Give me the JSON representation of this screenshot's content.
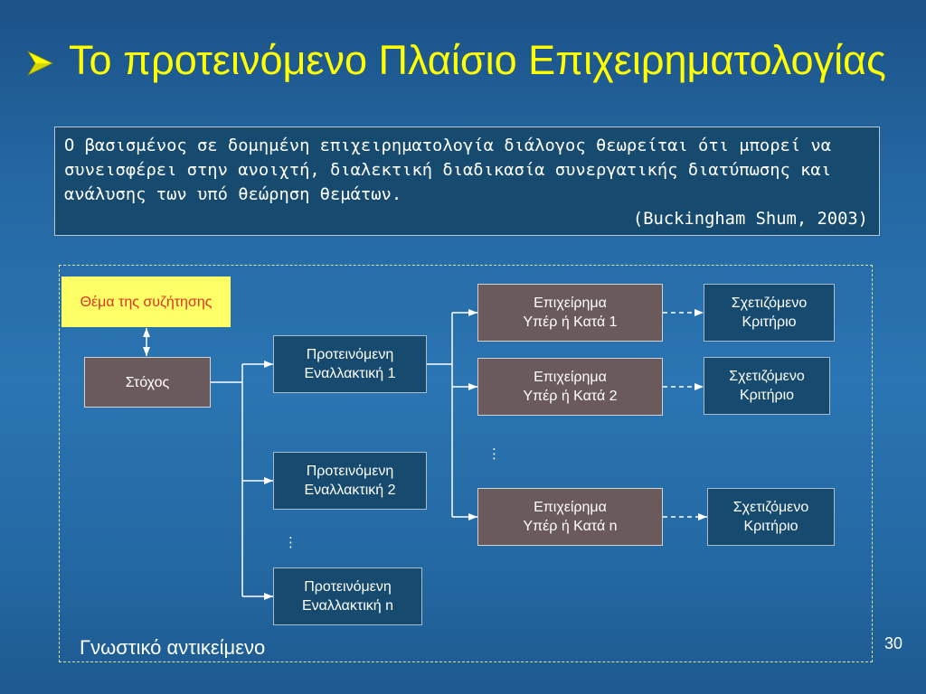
{
  "slide": {
    "title": "Το προτεινόμενο Πλαίσιο Επιχειρηματολογίας",
    "bullet_icon": "arrow-bullet-icon",
    "page_number": "30"
  },
  "quote": {
    "lines": [
      "Ο βασισμένος σε δομημένη επιχειρηματολογία διάλογος θεωρείται ότι μπορεί να",
      "συνεισφέρει στην ανοιχτή, διαλεκτική διαδικασία συνεργατικής διατύπωσης και",
      "ανάλυσης των υπό θεώρηση θεμάτων."
    ],
    "citation": "(Buckingham Shum, 2003)"
  },
  "diagram": {
    "frame_label": "Γνωστικό αντικείμενο",
    "topic": "Θέμα της συζήτησης",
    "goal": "Στόχος",
    "alternatives": [
      {
        "line1": "Προτεινόμενη",
        "line2": "Εναλλακτική 1"
      },
      {
        "line1": "Προτεινόμενη",
        "line2": "Εναλλακτική 2"
      },
      {
        "line1": "Προτεινόμενη",
        "line2": "Εναλλακτική n"
      }
    ],
    "arguments": [
      {
        "line1": "Επιχείρημα",
        "line2": "Υπέρ ή Κατά 1"
      },
      {
        "line1": "Επιχείρημα",
        "line2": "Υπέρ ή Κατά 2"
      },
      {
        "line1": "Επιχείρημα",
        "line2": "Υπέρ ή Κατά n"
      }
    ],
    "criteria": [
      {
        "line1": "Σχετιζόμενο",
        "line2": "Κριτήριο"
      },
      {
        "line1": "Σχετιζόμενο",
        "line2": "Κριτήριο"
      },
      {
        "line1": "Σχετιζόμενο",
        "line2": "Κριτήριο"
      }
    ],
    "continuation_mark": "⋮"
  },
  "colors": {
    "background": "#2a75b2",
    "title": "#ffff00",
    "quote_fill": "#174a6f",
    "topic_fill": "#ffff66",
    "topic_text": "#e03228",
    "goal_argument_fill": "#6b5a5c",
    "alternative_criterion_fill": "#164a6e",
    "text": "#ffffff"
  }
}
